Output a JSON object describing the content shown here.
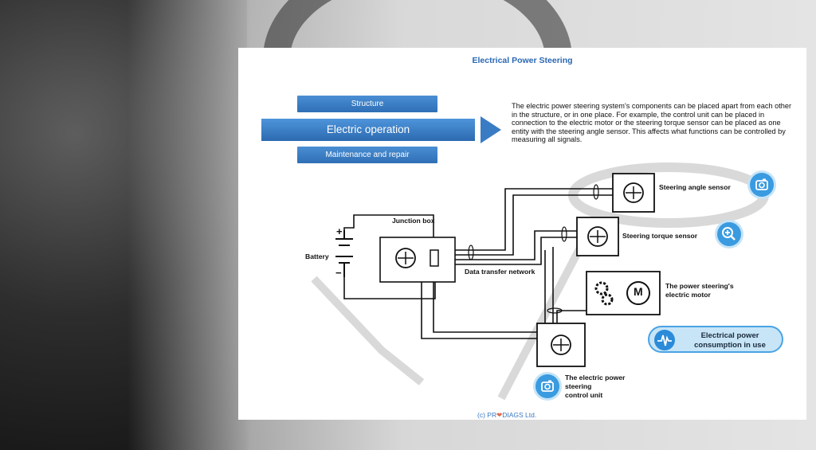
{
  "title": "Electrical Power Steering",
  "nav": {
    "structure": "Structure",
    "electric_operation": "Electric operation",
    "maintenance": "Maintenance and repair"
  },
  "description": "The electric power steering system's components can be placed apart from each other in the structure, or in one place. For example, the control unit can be placed in connection to the electric motor or the steering torque sensor can be placed as one entity with the steering angle sensor.  This affects what functions can be controlled by measuring all signals.",
  "diagram": {
    "battery": "Battery",
    "junction_box": "Junction box",
    "data_network": "Data transfer network",
    "steering_angle_sensor": "Steering angle sensor",
    "steering_torque_sensor": "Steering torque sensor",
    "motor_line1": "The power steering's",
    "motor_line2": "electric motor",
    "control_line1": "The electric power",
    "control_line2": "steering",
    "control_line3": "control unit",
    "plus": "+",
    "minus": "−",
    "motor_symbol": "M"
  },
  "consumption_button": {
    "line1": "Electrical power",
    "line2": "consumption in use"
  },
  "icons": {
    "camera1": "camera-icon",
    "zoom": "zoom-in-icon",
    "camera2": "camera-icon",
    "waveform": "waveform-icon"
  },
  "copyright": {
    "prefix": "(c) PR",
    "suffix": "DIAGS",
    "ltd": "Ltd."
  },
  "colors": {
    "accent": "#2a67b3",
    "button": "#3a7cc4",
    "icon": "#3a9be0"
  }
}
